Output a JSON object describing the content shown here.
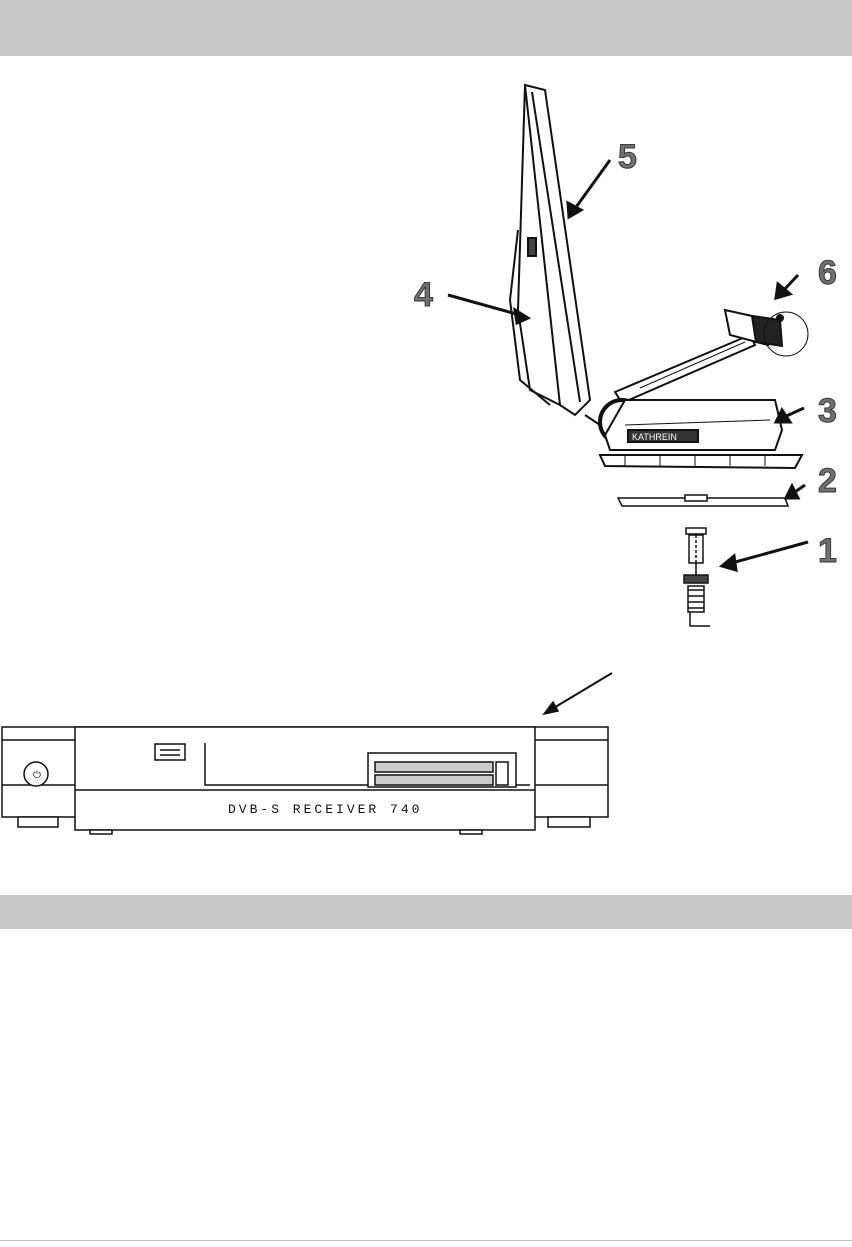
{
  "header": {
    "bar_color": "#c8c8c8"
  },
  "antenna_figure": {
    "callouts": [
      {
        "id": "callout-1",
        "label": "1"
      },
      {
        "id": "callout-2",
        "label": "2"
      },
      {
        "id": "callout-3",
        "label": "3"
      },
      {
        "id": "callout-4",
        "label": "4"
      },
      {
        "id": "callout-5",
        "label": "5"
      },
      {
        "id": "callout-6",
        "label": "6"
      }
    ],
    "base_logo_text": "KATHREIN"
  },
  "receiver_figure": {
    "panel_text": "DVB-S RECEIVER 740"
  },
  "section_bar": {
    "bar_color": "#c8c8c8"
  }
}
